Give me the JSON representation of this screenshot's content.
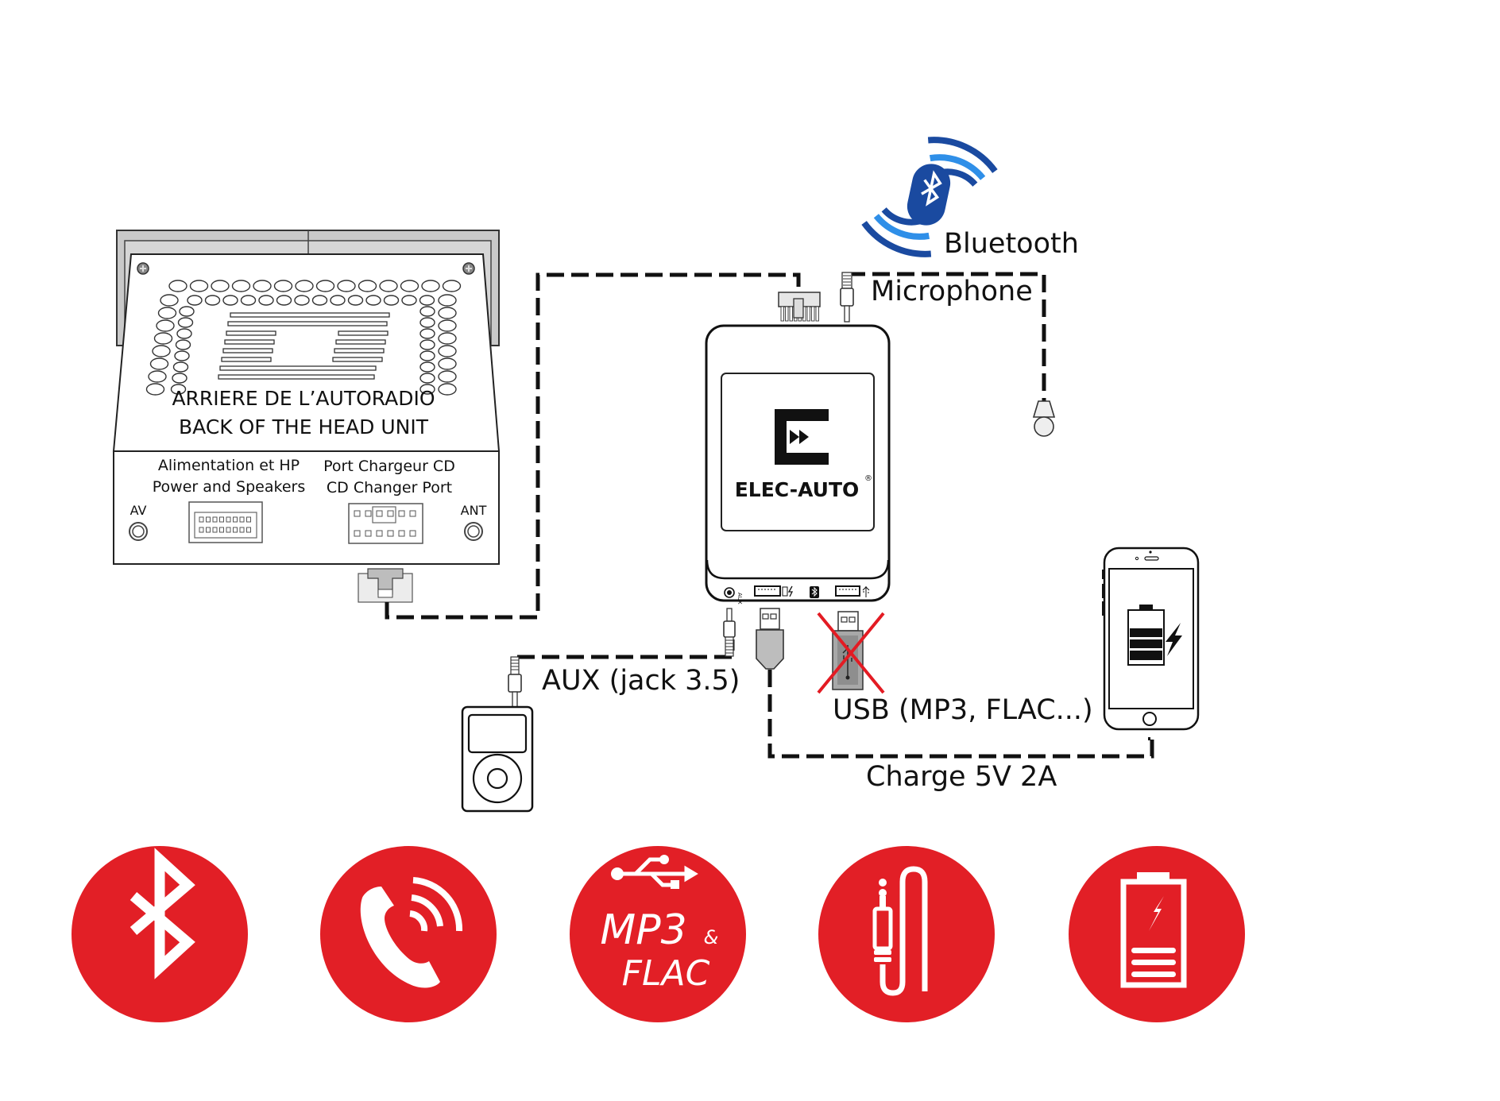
{
  "head_unit": {
    "title_fr": "ARRIERE DE L’AUTORADIO",
    "title_en": "BACK OF THE HEAD UNIT",
    "power_port_fr": "Alimentation et HP",
    "power_port_en": "Power and Speakers",
    "cd_port_fr": "Port Chargeur CD",
    "cd_port_en": "CD Changer Port",
    "av_label": "AV",
    "ant_label": "ANT"
  },
  "module": {
    "brand": "ELEC-AUTO",
    "registered_mark": "®",
    "port_aux_label": "AUX"
  },
  "labels": {
    "bluetooth": "Bluetooth",
    "microphone": "Microphone",
    "aux": "AUX (jack 3.5)",
    "usb": "USB (MP3, FLAC...)",
    "charge": "Charge 5V 2A"
  },
  "features": [
    {
      "name": "bluetooth",
      "icon": "bluetooth-icon"
    },
    {
      "name": "hands-free-call",
      "icon": "phone-call-icon"
    },
    {
      "name": "mp3-flac-usb",
      "icon": "usb-mp3-flac-icon",
      "line1": "MP3",
      "amp": "&",
      "line2": "FLAC"
    },
    {
      "name": "aux-jack",
      "icon": "aux-cable-icon"
    },
    {
      "name": "charging",
      "icon": "battery-charge-icon"
    }
  ],
  "colors": {
    "feature_red": "#e21f26",
    "bluetooth_blue": "#1a4aa0",
    "bluetooth_wave_light": "#2f8fe8",
    "usb_cross_red": "#e31b23",
    "frame_gray": "#c9c9c9"
  }
}
